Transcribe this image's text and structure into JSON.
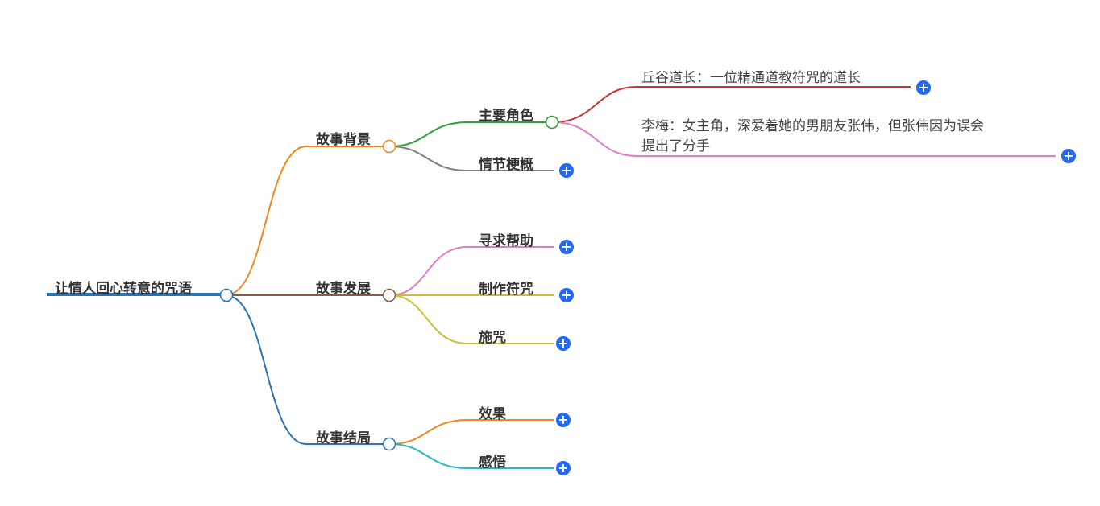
{
  "mindmap": {
    "root": {
      "label": "让情人回心转意的咒语",
      "color": "#2a74b4"
    },
    "branches": [
      {
        "label": "故事背景",
        "color": "#f0871f",
        "children": [
          {
            "label": "主要角色",
            "color": "#2ea036",
            "children": [
              {
                "label": "丘谷道长：一位精通道教符咒的道长",
                "color": "#cc3333"
              },
              {
                "label": "李梅：女主角，深爱着她的男朋友张伟，但张伟因为误会",
                "label2": "提出了分手",
                "color": "#e07cc8"
              }
            ]
          },
          {
            "label": "情节梗概",
            "color": "#808080"
          }
        ]
      },
      {
        "label": "故事发展",
        "color": "#8a5a4a",
        "children": [
          {
            "label": "寻求帮助",
            "color": "#e07cc8"
          },
          {
            "label": "制作符咒",
            "color": "#c8c030"
          },
          {
            "label": "施咒",
            "color": "#c8c030"
          }
        ]
      },
      {
        "label": "故事结局",
        "color": "#2a74b4",
        "children": [
          {
            "label": "效果",
            "color": "#f0871f"
          },
          {
            "label": "感悟",
            "color": "#2ab8c8"
          }
        ]
      }
    ],
    "expand_icon": "plus-icon",
    "expand_symbol": "+",
    "node_fill": "#ffffff"
  }
}
